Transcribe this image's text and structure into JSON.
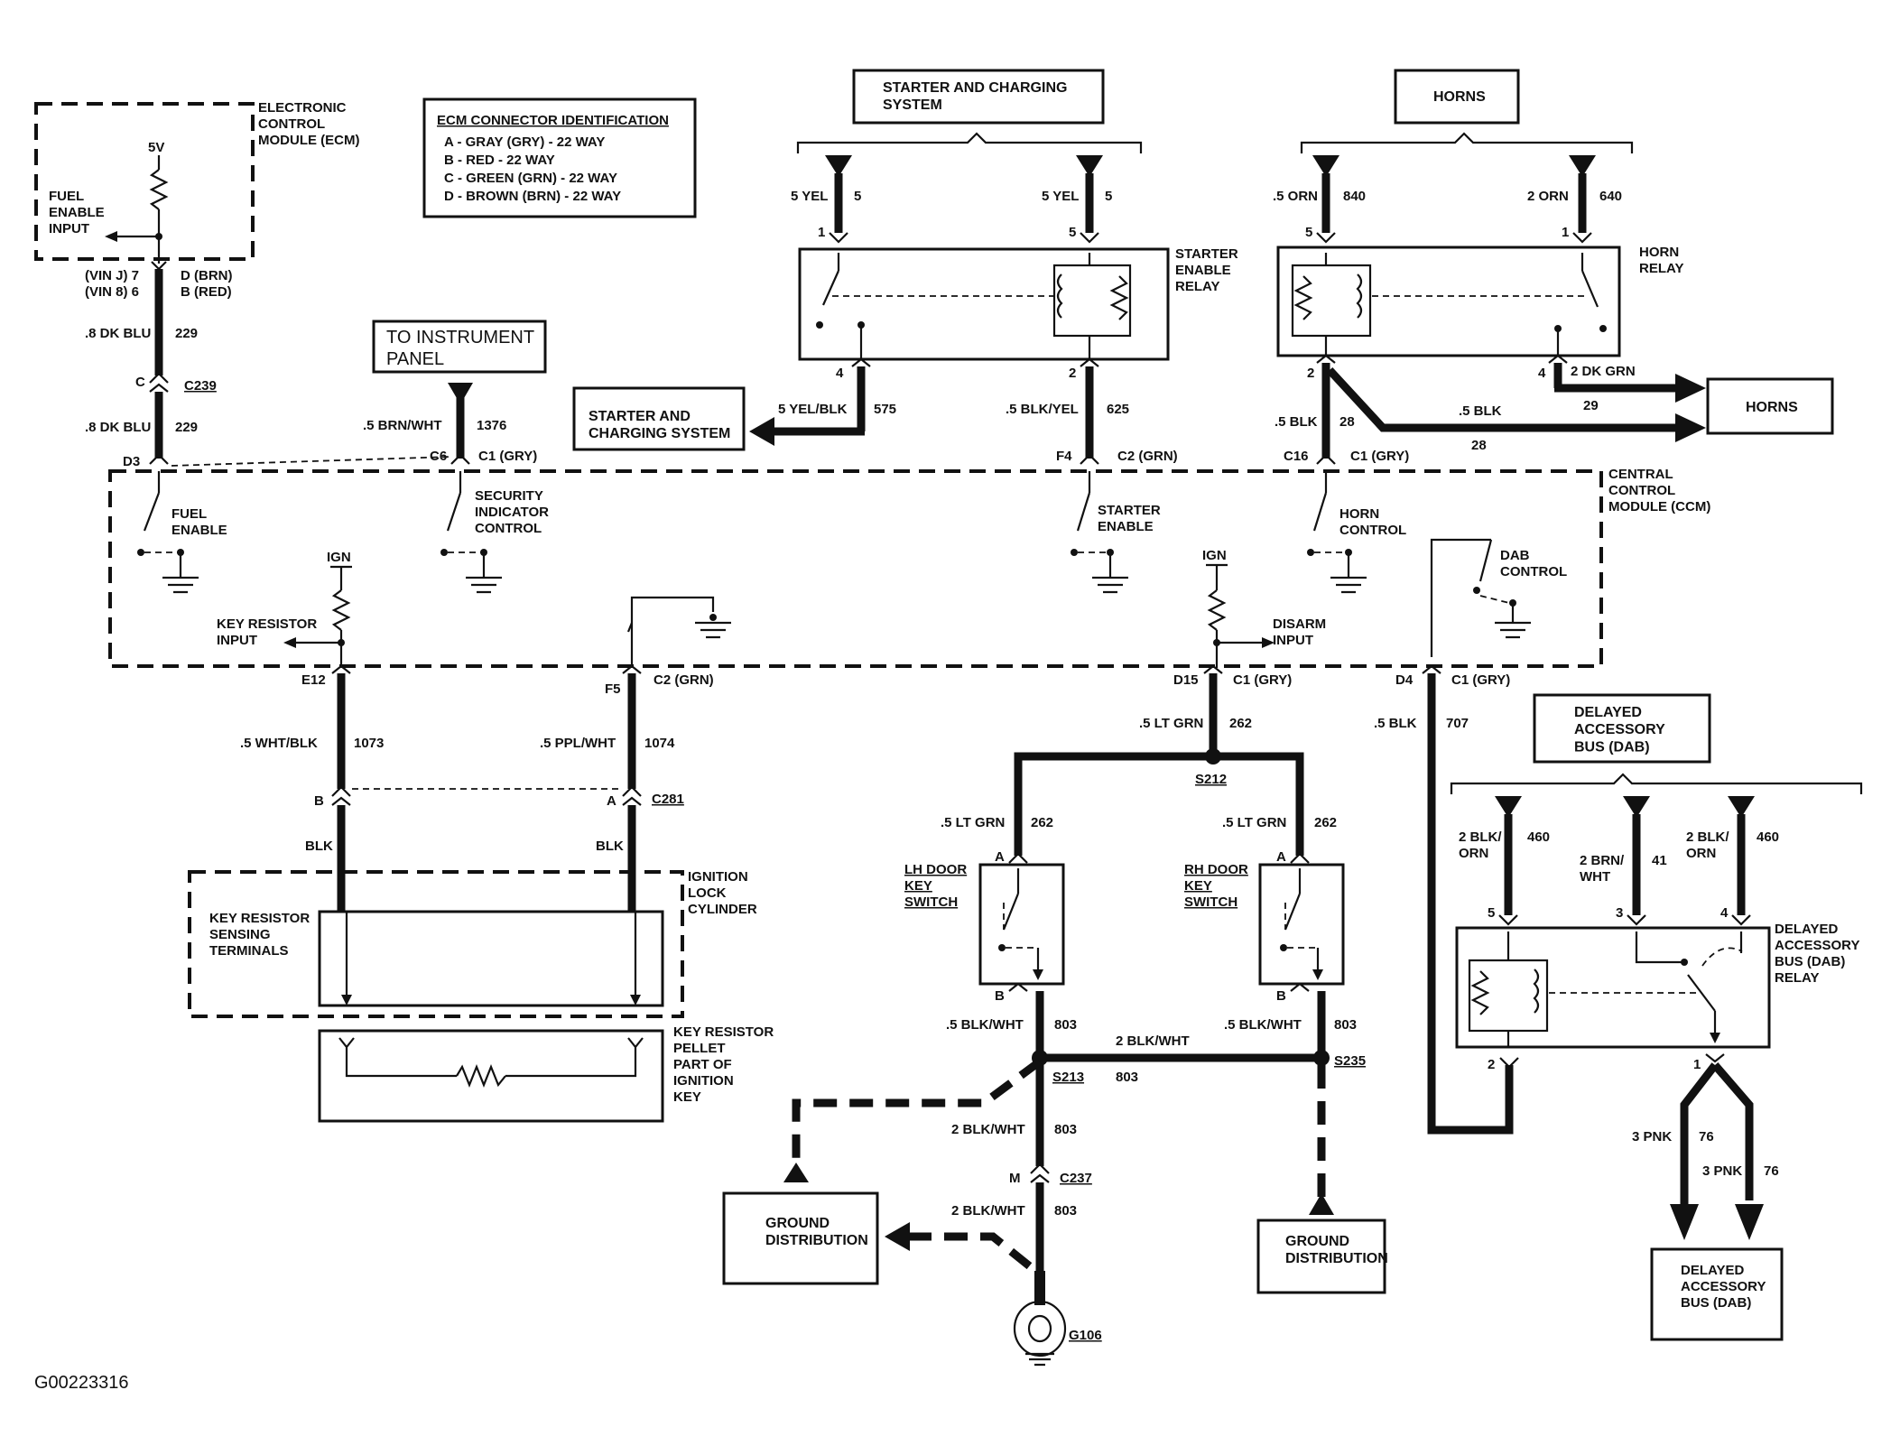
{
  "components": {
    "ecm": {
      "label": "ELECTRONIC\nCONTROL\nMODULE (ECM)",
      "supply": "5V",
      "input_label": "FUEL\nENABLE\nINPUT",
      "pin1": "(VIN J)  7",
      "pin2": "(VIN 8)  6",
      "pin1b": "D (BRN)",
      "pin2b": "B (RED)"
    },
    "ecm_connector_id": {
      "title": "ECM CONNECTOR IDENTIFICATION",
      "rows": [
        "A  -  GRAY (GRY)      -  22 WAY",
        "B  -  RED              -  22 WAY",
        "C  -  GREEN (GRN)    -  22 WAY",
        "D  -  BROWN (BRN)   -  22 WAY"
      ]
    },
    "instrument_panel": {
      "label": "TO INSTRUMENT\nPANEL"
    },
    "starter_charging_top": {
      "label": "STARTER AND CHARGING\nSYSTEM"
    },
    "starter_charging_left": {
      "label": "STARTER AND\nCHARGING SYSTEM"
    },
    "starter_relay": {
      "label": "STARTER\nENABLE\nRELAY"
    },
    "horns_top": {
      "label": "HORNS"
    },
    "horn_relay": {
      "label": "HORN\nRELAY"
    },
    "horns_right": {
      "label": "HORNS"
    },
    "ccm": {
      "label": "CENTRAL\nCONTROL\nMODULE (CCM)",
      "fuel_enable": "FUEL\nENABLE",
      "security": "SECURITY\nINDICATOR\nCONTROL",
      "starter_enable": "STARTER\nENABLE",
      "horn_control": "HORN\nCONTROL",
      "dab_control": "DAB\nCONTROL",
      "ign1": "IGN",
      "ign2": "IGN",
      "key_resistor_input": "KEY RESISTOR\nINPUT",
      "disarm_input": "DISARM\nINPUT"
    },
    "dab_top": {
      "label": "DELAYED\nACCESSORY\nBUS (DAB)"
    },
    "dab_relay": {
      "label": "DELAYED\nACCESSORY\nBUS (DAB)\nRELAY"
    },
    "dab_bottom": {
      "label": "DELAYED\nACCESSORY\nBUS (DAB)"
    },
    "ignition_lock": {
      "label": "IGNITION\nLOCK\nCYLINDER",
      "inner": "KEY RESISTOR\nSENSING\nTERMINALS"
    },
    "key_pellet": {
      "label": "KEY RESISTOR\nPELLET\nPART OF\nIGNITION\nKEY"
    },
    "lh_door": {
      "label": "LH DOOR\nKEY\nSWITCH"
    },
    "rh_door": {
      "label": "RH DOOR\nKEY\nSWITCH"
    },
    "ground_dist_left": {
      "label": "GROUND\nDISTRIBUTION"
    },
    "ground_dist_right": {
      "label": "GROUND\nDISTRIBUTION"
    },
    "ground": {
      "label": "G106"
    }
  },
  "wires": [
    {
      "key": "ecm_c239",
      "color": ".8 DK BLU",
      "circuit": "229"
    },
    {
      "key": "c239_ccm",
      "color": ".8 DK BLU",
      "circuit": "229"
    },
    {
      "key": "ip",
      "color": ".5 BRN/WHT",
      "circuit": "1376"
    },
    {
      "key": "start_top1",
      "color": "5 YEL",
      "circuit": "5"
    },
    {
      "key": "start_top5",
      "color": "5 YEL",
      "circuit": "5"
    },
    {
      "key": "start_out",
      "color": "5 YEL/BLK",
      "circuit": "575"
    },
    {
      "key": "start_ccm",
      "color": ".5 BLK/YEL",
      "circuit": "625"
    },
    {
      "key": "horn_top5",
      "color": ".5 ORN",
      "circuit": "840"
    },
    {
      "key": "horn_top1",
      "color": "2 ORN",
      "circuit": "640"
    },
    {
      "key": "horn_out",
      "color": "2 DK GRN",
      "circuit": "29"
    },
    {
      "key": "horn_ccm",
      "color": ".5 BLK",
      "circuit": "28"
    },
    {
      "key": "horn_28",
      "color": ".5 BLK",
      "circuit": "28"
    },
    {
      "key": "e12",
      "color": ".5 WHT/BLK",
      "circuit": "1073"
    },
    {
      "key": "f5",
      "color": ".5 PPL/WHT",
      "circuit": "1074"
    },
    {
      "key": "lock_b",
      "color": "BLK",
      "circuit": ""
    },
    {
      "key": "lock_a",
      "color": "BLK",
      "circuit": ""
    },
    {
      "key": "d15",
      "color": ".5 LT GRN",
      "circuit": "262"
    },
    {
      "key": "lh_a",
      "color": ".5 LT GRN",
      "circuit": "262"
    },
    {
      "key": "rh_a",
      "color": ".5 LT GRN",
      "circuit": "262"
    },
    {
      "key": "lh_b",
      "color": ".5 BLK/WHT",
      "circuit": "803"
    },
    {
      "key": "rh_b",
      "color": ".5 BLK/WHT",
      "circuit": "803"
    },
    {
      "key": "splice",
      "color": "2 BLK/WHT",
      "circuit": "803"
    },
    {
      "key": "s213_c237",
      "color": "2 BLK/WHT",
      "circuit": "803"
    },
    {
      "key": "c237_g",
      "color": "2 BLK/WHT",
      "circuit": "803"
    },
    {
      "key": "d4",
      "color": ".5 BLK",
      "circuit": "707"
    },
    {
      "key": "dab5",
      "color": "2 BLK/\nORN",
      "circuit": "460"
    },
    {
      "key": "dab3",
      "color": "2 BRN/\nWHT",
      "circuit": "41"
    },
    {
      "key": "dab4",
      "color": "2 BLK/\nORN",
      "circuit": "460"
    },
    {
      "key": "pnk1",
      "color": "3 PNK",
      "circuit": "76"
    },
    {
      "key": "pnk2",
      "color": "3 PNK",
      "circuit": "76"
    }
  ],
  "connectors": {
    "c239": "C239",
    "c281": "C281",
    "c237": "C237",
    "s212": "S212",
    "s213": "S213",
    "s235": "S235"
  },
  "pins": {
    "d3": "D3",
    "c6": "C6",
    "c1gry_a": "C1 (GRY)",
    "f4": "F4",
    "c2grn_a": "C2 (GRN)",
    "c16": "C16",
    "c1gry_b": "C1 (GRY)",
    "e12": "E12",
    "f5": "F5",
    "c2grn_b": "C2 (GRN)",
    "d15": "D15",
    "c1gry_c": "C1 (GRY)",
    "d4": "D4",
    "c1gry_d": "C1 (GRY)",
    "c": "C",
    "b": "B",
    "a": "A",
    "m": "M",
    "lh_a": "A",
    "lh_b": "B",
    "rh_a": "A",
    "rh_b": "B",
    "st1": "1",
    "st5": "5",
    "st4": "4",
    "st2": "2",
    "hr5": "5",
    "hr1": "1",
    "hr2": "2",
    "hr4": "4",
    "db5": "5",
    "db3": "3",
    "db4": "4",
    "db2": "2",
    "db1": "1"
  },
  "figure_id": "G00223316"
}
